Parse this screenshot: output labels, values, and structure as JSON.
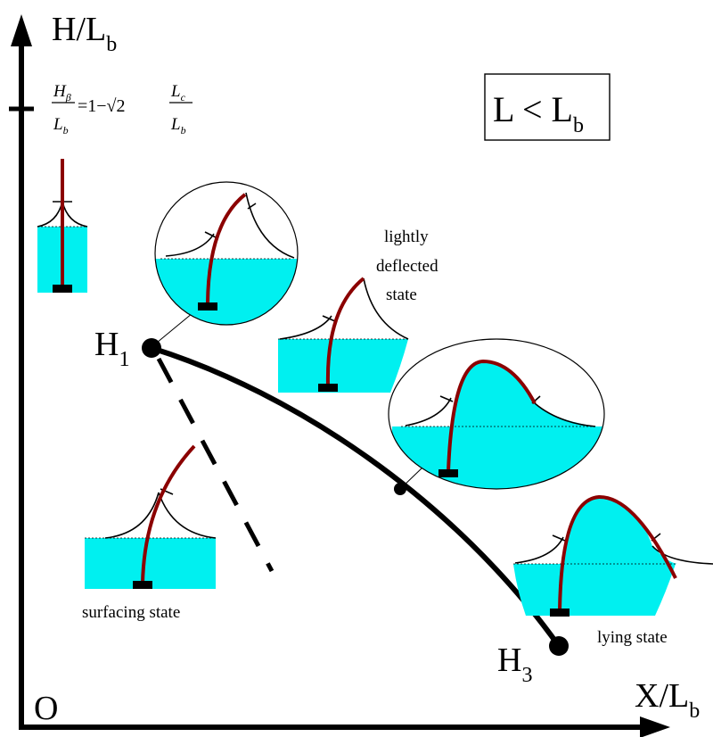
{
  "axes": {
    "y_label": "H/L",
    "y_label_sub": "b",
    "x_label": "X/L",
    "x_label_sub": "b",
    "origin": "O"
  },
  "y_tick_formula": {
    "num1": "H",
    "num1_sub": "β",
    "den1": "L",
    "den1_sub": "b",
    "middle": "=1−√2",
    "num2": "L",
    "num2_sub": "c",
    "den2": "L",
    "den2_sub": "b"
  },
  "condition_box": {
    "main": "L < L",
    "sub": "b"
  },
  "points": {
    "h1": {
      "label": "H",
      "sub": "1"
    },
    "h3": {
      "label": "H",
      "sub": "3"
    }
  },
  "states": {
    "lightly": [
      "lightly",
      "deflected",
      "state"
    ],
    "surfacing": "surfacing state",
    "lying": "lying state"
  },
  "colors": {
    "water": "#00f0f0",
    "fiber": "#8b0000",
    "ink": "#000000"
  }
}
